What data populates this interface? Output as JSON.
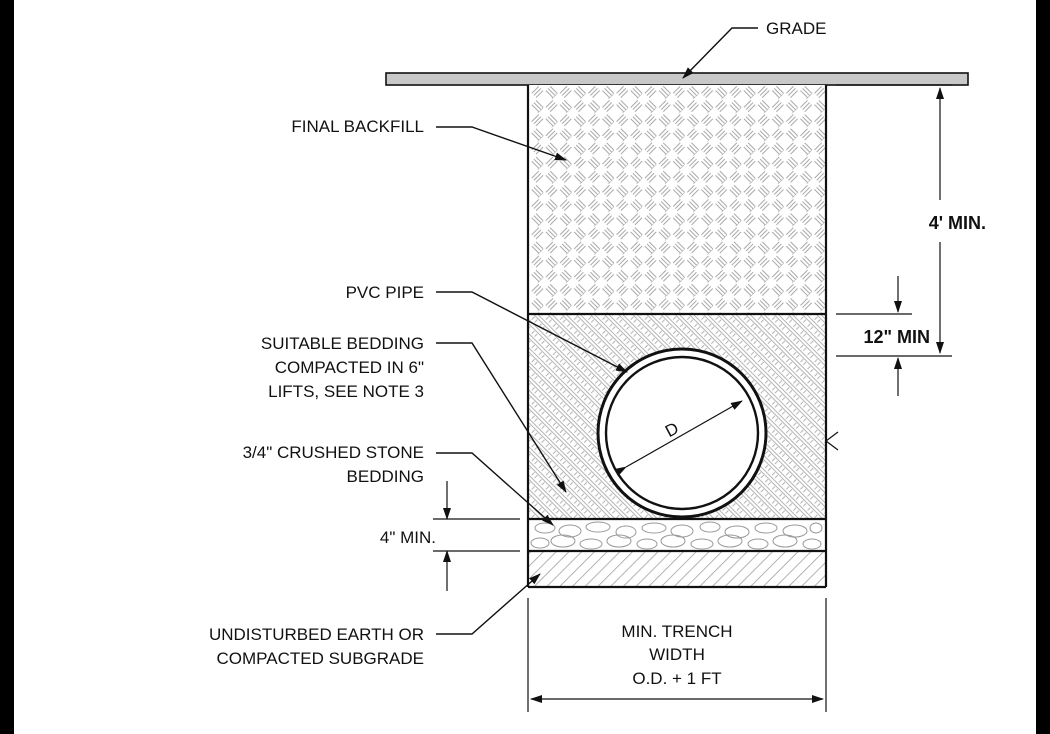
{
  "labels": {
    "grade": "GRADE",
    "final_backfill": "FINAL BACKFILL",
    "pvc_pipe": "PVC PIPE",
    "suitable_bedding": [
      "SUITABLE BEDDING",
      "COMPACTED IN 6\"",
      "LIFTS, SEE NOTE 3"
    ],
    "crushed_stone": [
      "3/4\" CRUSHED STONE",
      "BEDDING"
    ],
    "undisturbed_earth": [
      "UNDISTURBED EARTH OR",
      "COMPACTED SUBGRADE"
    ],
    "pipe_diameter": "D"
  },
  "dimensions": {
    "cover_depth": "4' MIN.",
    "cover_over_pipe": "12\" MIN",
    "stone_depth": "4\" MIN.",
    "trench_width": [
      "MIN. TRENCH",
      "WIDTH",
      "O.D. + 1 FT"
    ]
  },
  "colors": {
    "line": "#111111",
    "grade_fill": "#c8c8c8",
    "hatch": "#b0b0b0",
    "frame": "#000000"
  }
}
